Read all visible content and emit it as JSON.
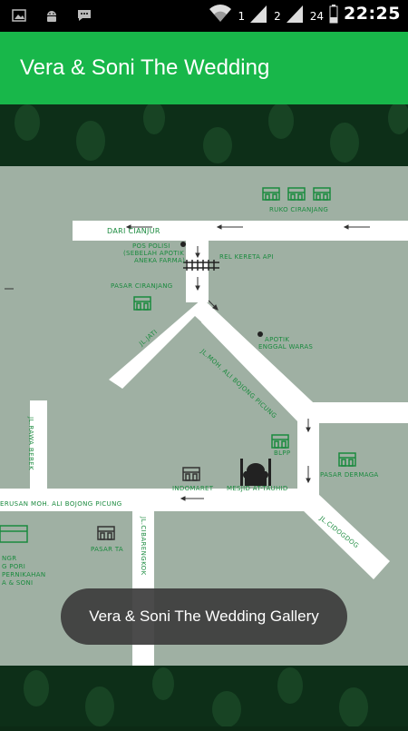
{
  "status_bar": {
    "time": "22:25",
    "sim1": "1",
    "sim2": "2",
    "battery_level": "24",
    "icons": [
      "image-icon",
      "android-icon",
      "bbm-icon",
      "wifi-icon",
      "signal-icon",
      "signal-icon",
      "battery-icon"
    ]
  },
  "app_bar": {
    "title": "Vera & Soni The Wedding"
  },
  "map": {
    "labels": {
      "ruko": "RUKO CIRANJANG",
      "dari_cianjur": "DARI CIANJUR",
      "pos_polisi_1": "POS POLISI",
      "pos_polisi_2": "(SEBELAH APOTIK",
      "pos_polisi_3": "ANEKA FARMA)",
      "rel": "REL KERETA API",
      "pasar_ciranjang": "PASAR CIRANJANG",
      "jati": "JL.JATI",
      "moh_ali": "JL.MOH. ALI BOJONG PICUNG",
      "apotik_1": "APOTIK",
      "apotik_2": "ENGGAL WARAS",
      "rawa_bebek": "JL.RAWA BEBEK",
      "blpp": "BLPP",
      "pasar_dermaga": "PASAR DERMAGA",
      "indomaret": "INDOMARET",
      "mesjid": "MESJID AT-TAUHID",
      "terusan": "ERUSAN MOH. ALI BOJONG PICUNG",
      "cidogdog": "JL.CIDOGDOG",
      "cibareng": "JL.CIBARENGKOK",
      "pasar_ta": "PASAR TA",
      "venue_1": "NGR",
      "venue_2": "G PORI",
      "venue_3": "PERNIKAHAN",
      "venue_4": "A & SONI"
    }
  },
  "toast": {
    "text": "Vera & Soni The Wedding Gallery"
  },
  "colors": {
    "accent": "#18b74a",
    "map_bg": "#9fb0a3",
    "road": "#ffffff",
    "label": "#1a8a3e"
  }
}
